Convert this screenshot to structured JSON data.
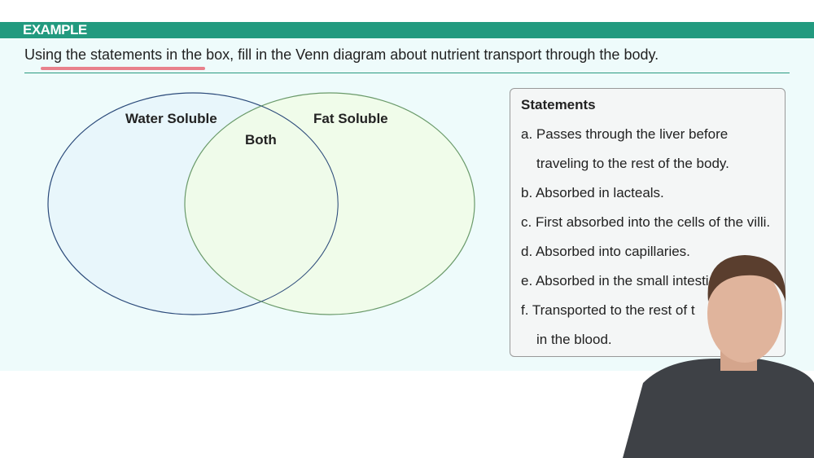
{
  "banner": {
    "label": "EXAMPLE"
  },
  "prompt": "Using the statements in the box, fill in the Venn diagram about nutrient transport through the body.",
  "venn": {
    "left_label": "Water Soluble",
    "right_label": "Fat Soluble",
    "overlap_label": "Both",
    "colors": {
      "left": "#e8f6fb",
      "right": "#f0fbe6",
      "left_stroke": "#2b4a7a",
      "right_stroke": "#6a9a6a"
    }
  },
  "statements": {
    "title": "Statements",
    "lines": [
      "a. Passes through the liver before",
      "traveling to the rest of the body.",
      "b. Absorbed in lacteals.",
      "c. First absorbed into the cells of the villi.",
      "d. Absorbed into capillaries.",
      "e. Absorbed in the small intesti",
      "f.  Transported to the rest of t",
      "in the blood."
    ]
  }
}
